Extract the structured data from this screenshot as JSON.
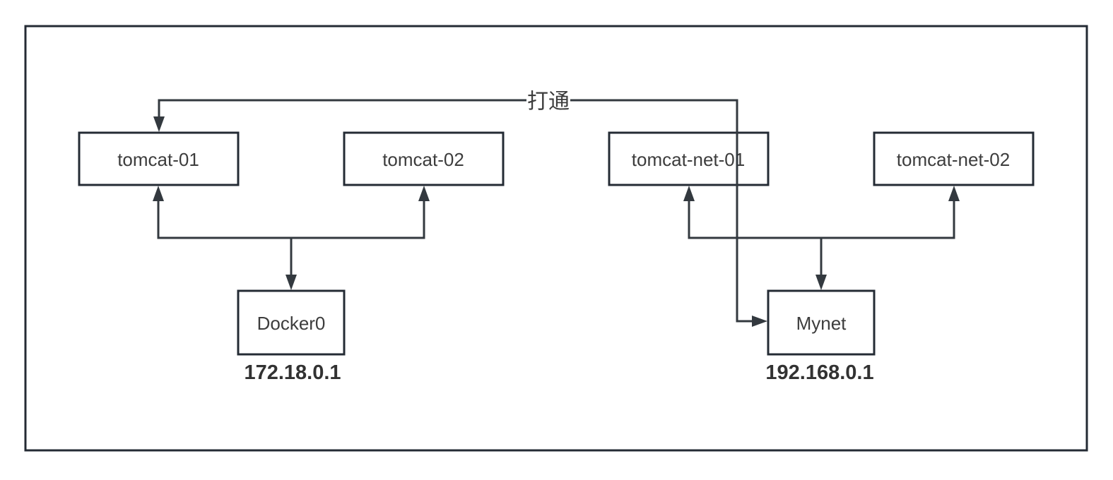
{
  "diagram": {
    "bridge_label": "打通",
    "left_group": {
      "containers": [
        "tomcat-01",
        "tomcat-02"
      ],
      "network": "Docker0",
      "ip": "172.18.0.1"
    },
    "right_group": {
      "containers": [
        "tomcat-net-01",
        "tomcat-net-02"
      ],
      "network": "Mynet",
      "ip": "192.168.0.1"
    },
    "colors": {
      "border": "#242b34",
      "line": "#33393f",
      "text": "#3d3d3d",
      "background": "#ffffff"
    }
  }
}
